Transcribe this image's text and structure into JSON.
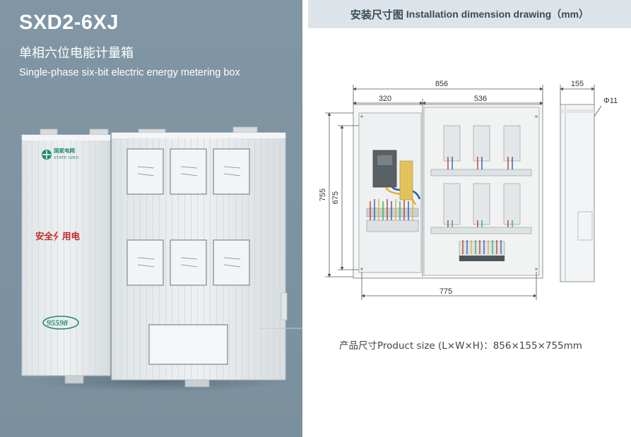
{
  "product": {
    "model": "SXD2-6XJ",
    "name_cn": "单相六位电能计量箱",
    "name_en": "Single-phase six-bit electric energy metering box",
    "brand_logo_text": "国家电网 STATE GRID",
    "safety_text": "安全用电",
    "hotline_logo_text": "95598"
  },
  "drawing": {
    "header_cn": "安装尺寸图",
    "header_en": "Installation dimension drawing（mm）",
    "dimensions": {
      "total_width": "856",
      "left_width": "320",
      "right_width": "536",
      "depth": "155",
      "hole": "Φ11",
      "height_outer": "755",
      "height_inner": "675",
      "mount_width": "775"
    },
    "product_size": "产品尺寸Product size (L×W×H)：856×155×755mm"
  },
  "colors": {
    "panel_background": "#7e93a1",
    "header_background": "#dde4e9",
    "box_body": "#e8ecee"
  }
}
